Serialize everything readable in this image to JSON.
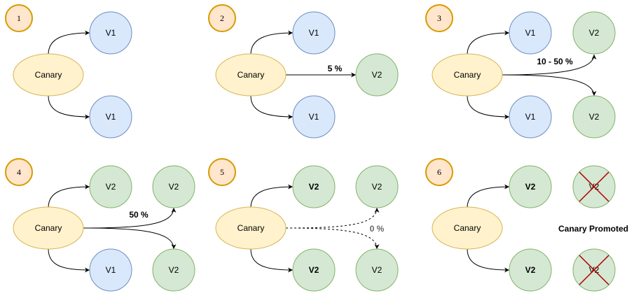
{
  "colors": {
    "canary_fill": "#fff2cc",
    "canary_stroke": "#d6b656",
    "v1_fill": "#dae8fc",
    "v1_stroke": "#6c8ebf",
    "v2_fill": "#d5e8d4",
    "v2_stroke": "#82b366",
    "step_fill": "#ffe6cc",
    "step_stroke": "#d79b00",
    "cross_stroke": "#b20000",
    "edge_stroke": "#000000"
  },
  "canary_label": "Canary",
  "panels": [
    {
      "step": "1",
      "targets": [
        {
          "label": "V1"
        },
        {
          "label": "V1"
        }
      ],
      "extra_targets": [],
      "edge_label": ""
    },
    {
      "step": "2",
      "targets": [
        {
          "label": "V1"
        },
        {
          "label": "V1"
        }
      ],
      "extra_targets": [
        {
          "label": "V2"
        }
      ],
      "edge_label": "5 %"
    },
    {
      "step": "3",
      "targets": [
        {
          "label": "V1"
        },
        {
          "label": "V1"
        }
      ],
      "extra_targets": [
        {
          "label": "V2"
        },
        {
          "label": "V2"
        }
      ],
      "edge_label": "10 - 50 %"
    },
    {
      "step": "4",
      "targets": [
        {
          "label": "V2"
        },
        {
          "label": "V1"
        }
      ],
      "extra_targets": [
        {
          "label": "V2"
        },
        {
          "label": "V2"
        }
      ],
      "edge_label": "50 %"
    },
    {
      "step": "5",
      "targets": [
        {
          "label": "V2"
        },
        {
          "label": "V2"
        }
      ],
      "extra_targets": [
        {
          "label": "V2"
        },
        {
          "label": "V2"
        }
      ],
      "edge_label": "0 %"
    },
    {
      "step": "6",
      "targets": [
        {
          "label": "V2"
        },
        {
          "label": "V2"
        }
      ],
      "extra_targets": [
        {
          "label": "V2"
        },
        {
          "label": "V2"
        }
      ],
      "edge_label": "",
      "result_label": "Canary Promoted"
    }
  ]
}
